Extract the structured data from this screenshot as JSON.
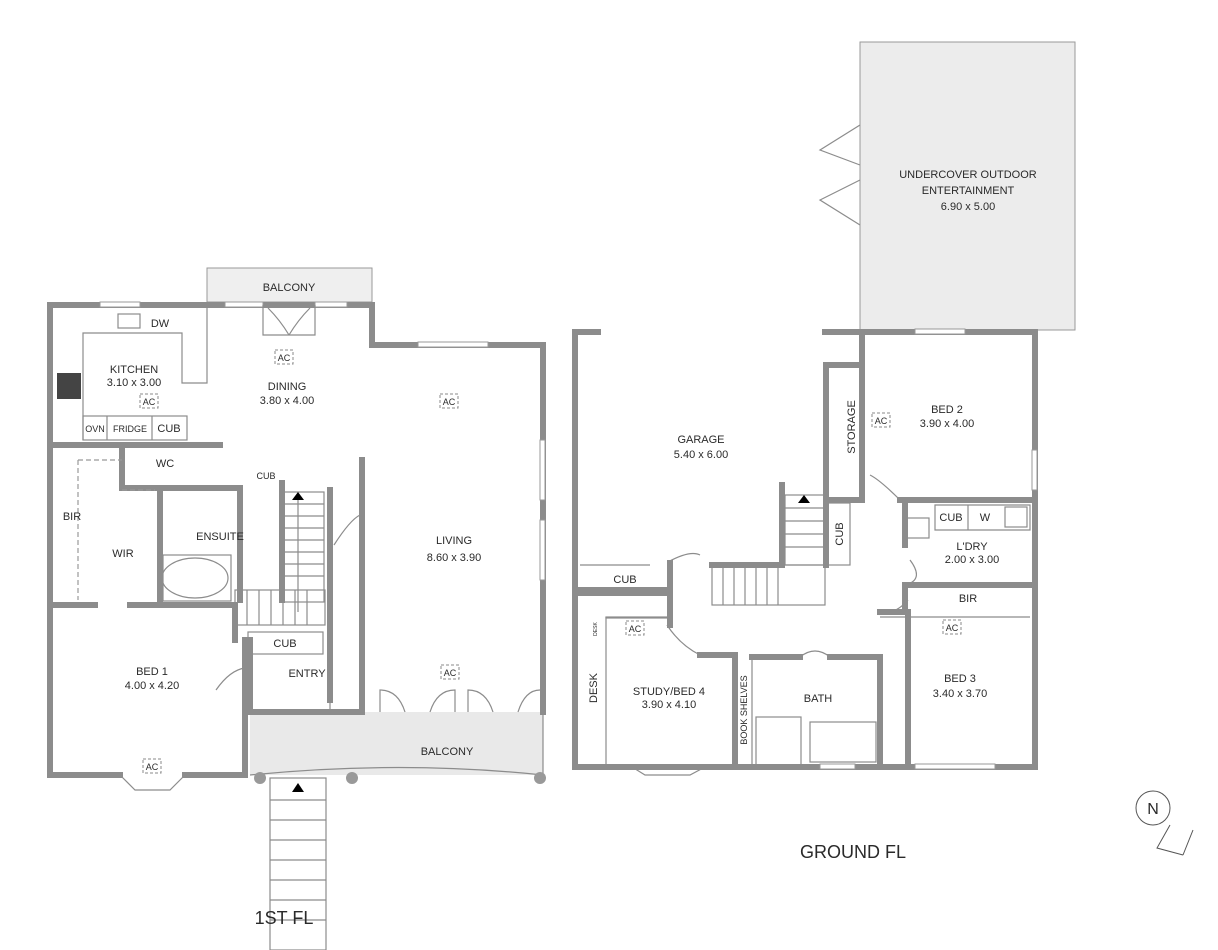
{
  "first_floor": {
    "title": "1ST FL",
    "balcony_top": "BALCONY",
    "dw": "DW",
    "kitchen": {
      "name": "KITCHEN",
      "size": "3.10 x 3.00"
    },
    "dining": {
      "name": "DINING",
      "size": "3.80 x 4.00"
    },
    "ovn": "OVN",
    "fridge": "FRIDGE",
    "cub_kitchen": "CUB",
    "wc": "WC",
    "cub_ensuite": "CUB",
    "bir": "BIR",
    "ensuite": "ENSUITE",
    "wir": "WIR",
    "living": {
      "name": "LIVING",
      "size": "8.60 x 3.90"
    },
    "cub_entry": "CUB",
    "entry": "ENTRY",
    "bed1": {
      "name": "BED 1",
      "size": "4.00 x 4.20"
    },
    "balcony_front": "BALCONY",
    "ac": "AC"
  },
  "ground_floor": {
    "title": "GROUND FL",
    "undercover": {
      "line1": "UNDERCOVER OUTDOOR",
      "line2": "ENTERTAINMENT",
      "size": "6.90 x 5.00"
    },
    "garage": {
      "name": "GARAGE",
      "size": "5.40 x 6.00"
    },
    "storage": "STORAGE",
    "bed2": {
      "name": "BED 2",
      "size": "3.90 x 4.00"
    },
    "cub_laundry": "CUB",
    "w": "W",
    "cub_hall": "CUB",
    "laundry": {
      "name": "L'DRY",
      "size": "2.00 x 3.00"
    },
    "cub_garage": "CUB",
    "bir": "BIR",
    "desk_small": "DESK",
    "desk": "DESK",
    "study": {
      "name": "STUDY/BED 4",
      "size": "3.90 x 4.10"
    },
    "book_shelves": "BOOK SHELVES",
    "bath": "BATH",
    "bed3": {
      "name": "BED 3",
      "size": "3.40 x 3.70"
    },
    "ac": "AC"
  },
  "compass": {
    "label": "N"
  }
}
